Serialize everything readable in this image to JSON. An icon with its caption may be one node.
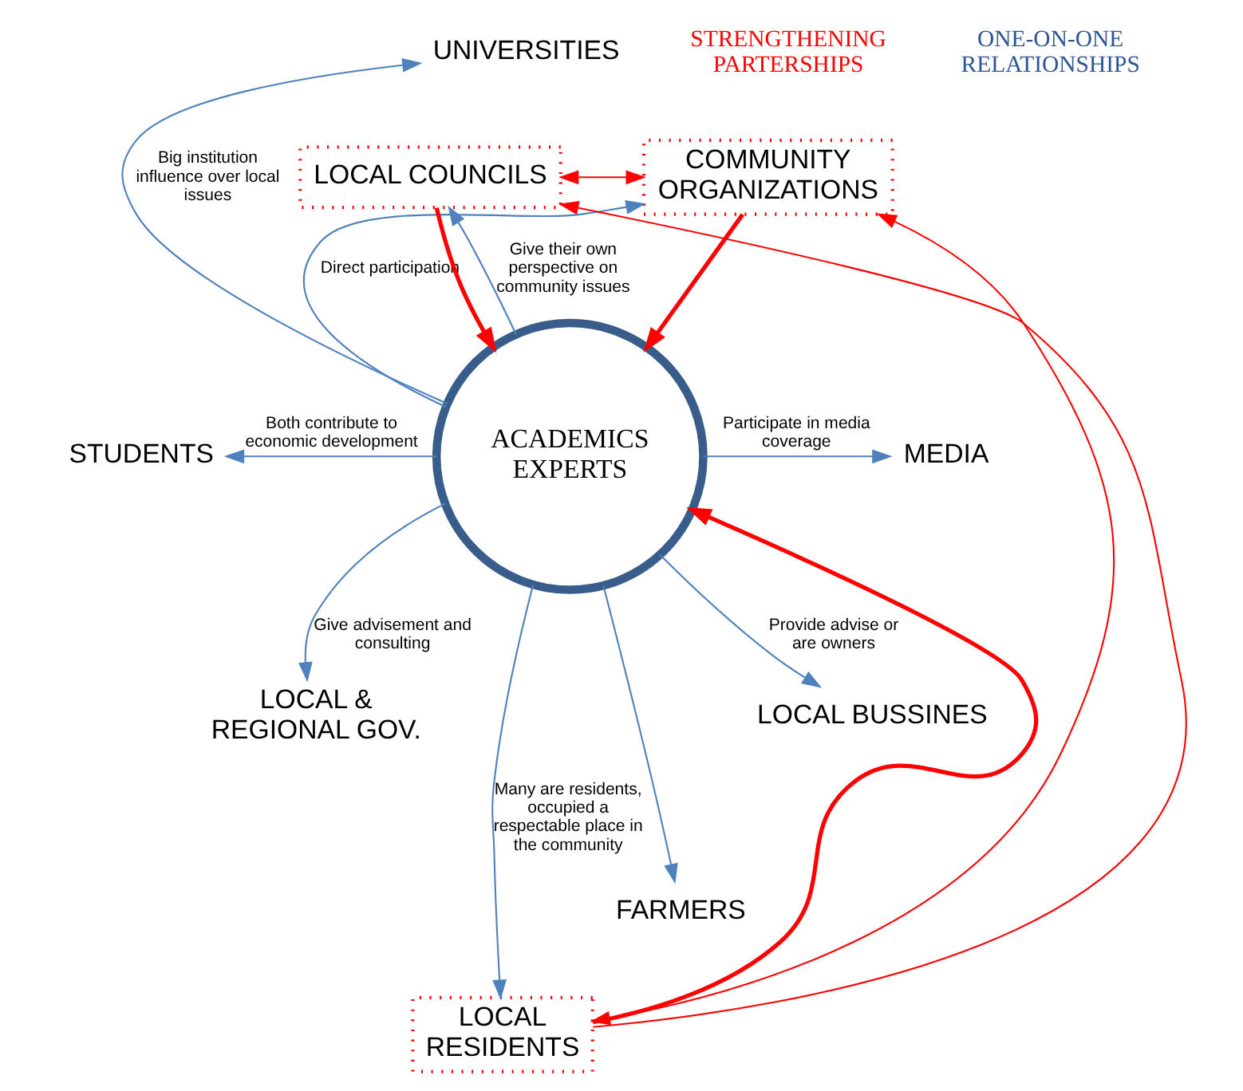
{
  "diagram": {
    "nodes": [
      {
        "text": [
          "ACADEMICS EXPERTS"
        ]
      },
      {
        "text": [
          "UNIVERSITIES"
        ]
      },
      {
        "text": [
          "COMMUNITY ORGANIZATIONS"
        ]
      },
      {
        "text": [
          "LOCAL COUNCILS"
        ]
      },
      {
        "text": [
          "MEDIA"
        ]
      },
      {
        "text": [
          "STUDENTS"
        ]
      },
      {
        "text": [
          "LOCAL BUSSINES"
        ]
      },
      {
        "text": [
          "LOCAL & REGIONAL GOV."
        ]
      },
      {
        "text": [
          "FARMERS"
        ]
      },
      {
        "text": [
          "LOCAL RESIDENTS"
        ]
      }
    ],
    "edges": [
      {
        "from": 0,
        "to": 1,
        "arrow": "to",
        "label": "Big institution influence over local issues"
      },
      {
        "from": 0,
        "to": 2,
        "arrow": "to",
        "label": "Direct participation"
      },
      {
        "from": 0,
        "to": 3,
        "arrow": "to",
        "label": "Give their own perspective on community issues"
      },
      {
        "from": 0,
        "to": 4,
        "arrow": "to",
        "label": "Participate in media coverage"
      },
      {
        "from": 0,
        "to": 5,
        "arrow": "to",
        "label": "Both contribute to economic development"
      },
      {
        "from": 0,
        "to": 6,
        "arrow": "to",
        "label": "Provide advise or are owners"
      },
      {
        "from": 0,
        "to": 7,
        "arrow": "to",
        "label": "Give advisement and consulting"
      },
      {
        "from": 0,
        "to": 8,
        "arrow": "to"
      },
      {
        "from": 0,
        "to": 9,
        "arrow": "to",
        "label": "Many are residents, occupied a respectable place in the community"
      },
      {
        "from": 2,
        "to": 0,
        "arrow": "to",
        "style": "thick",
        "color": "#ff0000"
      },
      {
        "from": 3,
        "to": 0,
        "arrow": "to",
        "style": "thick",
        "color": "#ff0000"
      },
      {
        "from": 9,
        "to": 0,
        "arrow": "to",
        "style": "thick",
        "color": "#ff0000"
      },
      {
        "from": 2,
        "to": 3,
        "arrow": "both",
        "color": "#ff0000"
      },
      {
        "from": 9,
        "to": 2,
        "arrow": "both",
        "color": "#ff0000"
      },
      {
        "from": 9,
        "to": 3,
        "arrow": "to",
        "color": "#ff0000"
      }
    ],
    "labels": [
      "STRENGTHENING PARTERSHIPS",
      "ONE-ON-ONE RELATIONSHIPS"
    ]
  }
}
